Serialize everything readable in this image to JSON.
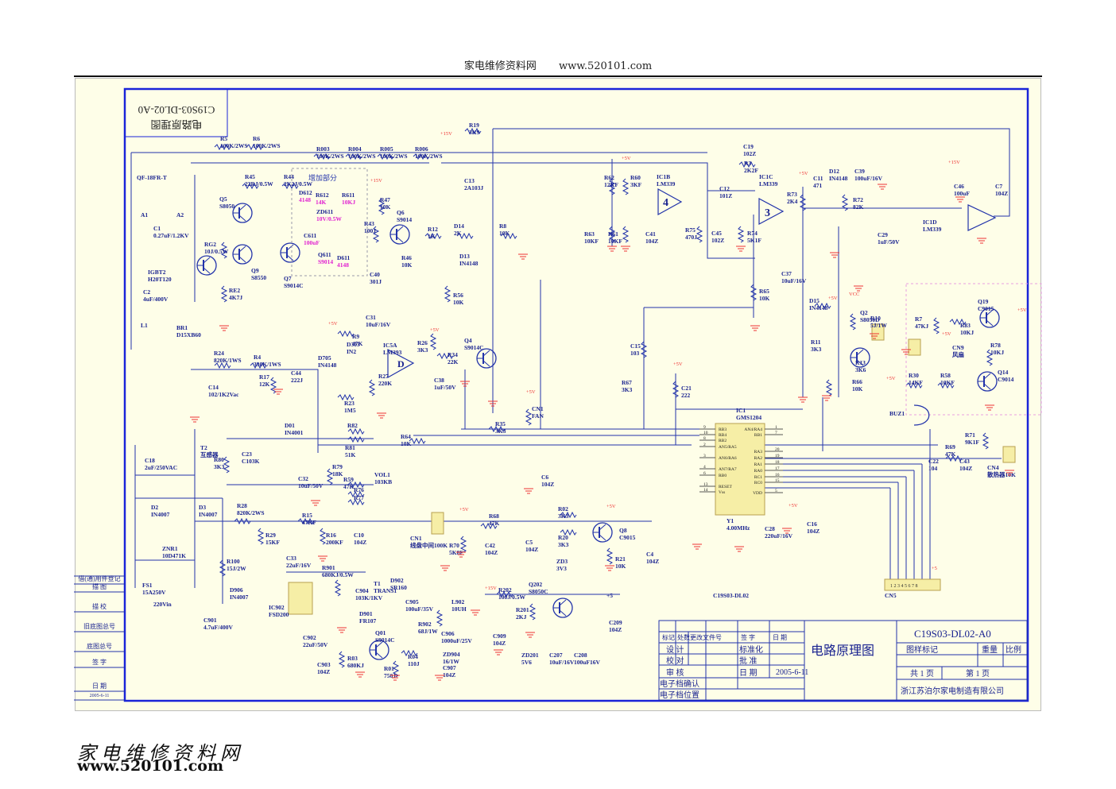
{
  "header": {
    "site_name": "家电维修资料网",
    "site_url": "www.520101.com"
  },
  "footer": {
    "site_name": "家电维修资料网",
    "site_url": "www.520101.com"
  },
  "drawing": {
    "mirrored_title_line1": "电路原理图",
    "mirrored_title_line2": "C19S03-DL02-A0",
    "board_label": "C19S03-DL02",
    "added_section_label": "增加部分",
    "mains_label": "220Vin"
  },
  "side_table": {
    "rows": [
      "借(通)用件登记",
      "描 图",
      "描 校",
      "旧底图总号",
      "底图总号",
      "签 字",
      "日 期",
      "2005-6-11"
    ]
  },
  "title_block": {
    "col_headers": [
      "标记",
      "处数",
      "更改文件号",
      "签 字",
      "日 期"
    ],
    "roles": [
      "设 计",
      "校 对",
      "审 核"
    ],
    "approvals": [
      "标准化",
      "批 准",
      "日 期"
    ],
    "date": "2005-6-11",
    "e_doc": [
      "电子档确认",
      "电子档位置"
    ],
    "title": "电路原理图",
    "drawing_number": "C19S03-DL02-A0",
    "mark_label": "图样标记",
    "weight_label": "重量",
    "scale_label": "比例",
    "total_pages": "共 1 页",
    "page_no": "第 1 页",
    "company": "浙江苏泊尔家电制造有限公司"
  },
  "components": {
    "top_resistors": [
      {
        "ref": "R5",
        "value": "100K/2WS"
      },
      {
        "ref": "R6",
        "value": "100K/2WS"
      },
      {
        "ref": "R003",
        "value": "100K/2WS"
      },
      {
        "ref": "R004",
        "value": "100K/2WS"
      },
      {
        "ref": "R005",
        "value": "100K/2WS"
      },
      {
        "ref": "R006",
        "value": "100K/2WS"
      },
      {
        "ref": "R19",
        "value": "3K9"
      }
    ],
    "power_stage": [
      {
        "ref": "QF-18FR-T",
        "value": ""
      },
      {
        "ref": "A1",
        "value": ""
      },
      {
        "ref": "A2",
        "value": ""
      },
      {
        "ref": "C1",
        "value": "0.27uF/1.2KV"
      },
      {
        "ref": "RG2",
        "value": "10J/0.5W"
      },
      {
        "ref": "IGBT2",
        "value": "H20T120"
      },
      {
        "ref": "C2",
        "value": "4uF/400V"
      },
      {
        "ref": "L1",
        "value": ""
      },
      {
        "ref": "BR1",
        "value": "D15XB60"
      },
      {
        "ref": "RE2",
        "value": "4K7J"
      }
    ],
    "driver": [
      {
        "ref": "R45",
        "value": "22RJ/0.5W"
      },
      {
        "ref": "R44",
        "value": "2K2J/0.5W"
      },
      {
        "ref": "Q5",
        "value": "S8050"
      },
      {
        "ref": "Q9",
        "value": "S8550"
      },
      {
        "ref": "Q7",
        "value": "S9014C"
      },
      {
        "ref": "R47",
        "value": "10K"
      },
      {
        "ref": "R43",
        "value": "100J"
      },
      {
        "ref": "C40",
        "value": "301J"
      },
      {
        "ref": "Q6",
        "value": "S9014"
      },
      {
        "ref": "R46",
        "value": "10K"
      },
      {
        "ref": "R12",
        "value": "1K"
      },
      {
        "ref": "D14",
        "value": "2K"
      },
      {
        "ref": "R8",
        "value": "10K"
      },
      {
        "ref": "D13",
        "value": "IN4148"
      },
      {
        "ref": "R56",
        "value": "10K"
      },
      {
        "ref": "C13",
        "value": "2A103J"
      }
    ],
    "added_parts": [
      {
        "ref": "D612",
        "value": "4148"
      },
      {
        "ref": "R612",
        "value": "14K"
      },
      {
        "ref": "R611",
        "value": "10KJ"
      },
      {
        "ref": "ZD611",
        "value": "10V/0.5W"
      },
      {
        "ref": "C611",
        "value": "100uF"
      },
      {
        "ref": "Q611",
        "value": "S9014"
      },
      {
        "ref": "D611",
        "value": "4148"
      }
    ],
    "comparators": [
      {
        "ref": "IC1B",
        "value": "LM339"
      },
      {
        "ref": "IC1C",
        "value": "LM339"
      },
      {
        "ref": "IC1D",
        "value": "LM339"
      },
      {
        "ref": "IC5A",
        "value": "LM393"
      },
      {
        "ref": "R62",
        "value": "12KF"
      },
      {
        "ref": "R60",
        "value": "3KF"
      },
      {
        "ref": "R63",
        "value": "10KF"
      },
      {
        "ref": "R61",
        "value": "10KF"
      },
      {
        "ref": "C41",
        "value": "104Z"
      },
      {
        "ref": "R75",
        "value": "470J"
      },
      {
        "ref": "C19",
        "value": "102Z"
      },
      {
        "ref": "R3",
        "value": "2K2F"
      },
      {
        "ref": "C12",
        "value": "101Z"
      },
      {
        "ref": "C45",
        "value": "102Z"
      },
      {
        "ref": "R74",
        "value": "5K1F"
      },
      {
        "ref": "R73",
        "value": "2K4"
      },
      {
        "ref": "C11",
        "value": "471"
      },
      {
        "ref": "D12",
        "value": "IN4148"
      },
      {
        "ref": "C39",
        "value": "100uF/16V"
      },
      {
        "ref": "R72",
        "value": "82K"
      },
      {
        "ref": "C29",
        "value": "1uF/50V"
      },
      {
        "ref": "C46",
        "value": "100uF"
      },
      {
        "ref": "C7",
        "value": "104Z"
      }
    ],
    "detect": [
      {
        "ref": "C31",
        "value": "10uF/16V"
      },
      {
        "ref": "R9",
        "value": "47K"
      },
      {
        "ref": "D303",
        "value": "IN2"
      },
      {
        "ref": "R26",
        "value": "3K3"
      },
      {
        "ref": "Q4",
        "value": "S9014C"
      },
      {
        "ref": "R34",
        "value": "22K"
      },
      {
        "ref": "C38",
        "value": "1uF/50V"
      },
      {
        "ref": "R27",
        "value": "220K"
      },
      {
        "ref": "R23",
        "value": "1M5"
      },
      {
        "ref": "D705",
        "value": "IN4148"
      },
      {
        "ref": "R24",
        "value": "820K/1WS"
      },
      {
        "ref": "R4",
        "value": "330K/1WS"
      },
      {
        "ref": "C14",
        "value": "102/1K2Vac"
      },
      {
        "ref": "R17",
        "value": "12K"
      },
      {
        "ref": "C44",
        "value": "222J"
      },
      {
        "ref": "R65",
        "value": "10K"
      },
      {
        "ref": "C37",
        "value": "10uF/16V"
      },
      {
        "ref": "D15",
        "value": "IN4148"
      },
      {
        "ref": "R11",
        "value": "3K3"
      },
      {
        "ref": "C15",
        "value": "103"
      },
      {
        "ref": "R67",
        "value": "3K3"
      },
      {
        "ref": "C21",
        "value": "222"
      },
      {
        "ref": "R66",
        "value": "10K"
      },
      {
        "ref": "R13",
        "value": "3K6"
      },
      {
        "ref": "Q2",
        "value": "S8050D"
      },
      {
        "ref": "R10",
        "value": "5J/1W"
      },
      {
        "ref": "CN1",
        "value": "FAN"
      },
      {
        "ref": "R35",
        "value": "3K3"
      },
      {
        "ref": "R36",
        "value": "18K"
      }
    ],
    "current_sense": [
      {
        "ref": "T2",
        "value": "互感器"
      },
      {
        "ref": "C18",
        "value": "2uF/250VAC"
      },
      {
        "ref": "R80",
        "value": "3K3"
      },
      {
        "ref": "C23",
        "value": "C103K"
      },
      {
        "ref": "D01",
        "value": "IN4001"
      },
      {
        "ref": "C32",
        "value": "10uF/50V"
      },
      {
        "ref": "R79",
        "value": "18K"
      },
      {
        "ref": "R82",
        "value": ""
      },
      {
        "ref": "R81",
        "value": "51K"
      },
      {
        "ref": "R59",
        "value": "47K"
      },
      {
        "ref": "R76",
        "value": ""
      },
      {
        "ref": "R77",
        "value": ""
      },
      {
        "ref": "VOL1",
        "value": "103KB"
      },
      {
        "ref": "R64",
        "value": "10K"
      },
      {
        "ref": "C6",
        "value": "104Z"
      },
      {
        "ref": "D2",
        "value": "IN4007"
      },
      {
        "ref": "D3",
        "value": "IN4007"
      },
      {
        "ref": "R28",
        "value": "820K/2WS"
      },
      {
        "ref": "R29",
        "value": "15KF"
      },
      {
        "ref": "C33",
        "value": "22uF/16V"
      },
      {
        "ref": "R15",
        "value": "47KF"
      },
      {
        "ref": "R16",
        "value": "200KF"
      },
      {
        "ref": "C10",
        "value": "104Z"
      },
      {
        "ref": "ZNR1",
        "value": "10D471K"
      },
      {
        "ref": "FS1",
        "value": "15A250V"
      },
      {
        "ref": "R100",
        "value": "15J/2W"
      }
    ],
    "smps": [
      {
        "ref": "IC902",
        "value": "FSD200"
      },
      {
        "ref": "R901",
        "value": "680KJ/0.5W"
      },
      {
        "ref": "C904",
        "value": "103K/1KV"
      },
      {
        "ref": "D901",
        "value": "FR107"
      },
      {
        "ref": "T1",
        "value": "TRANS1"
      },
      {
        "ref": "D902",
        "value": "SR160"
      },
      {
        "ref": "C905",
        "value": "100uF/35V"
      },
      {
        "ref": "L902",
        "value": "10UH"
      },
      {
        "ref": "R902",
        "value": "68J/1W"
      },
      {
        "ref": "C906",
        "value": "1000uF/25V"
      },
      {
        "ref": "ZD904",
        "value": "16/1W"
      },
      {
        "ref": "C907",
        "value": "104Z"
      },
      {
        "ref": "C909",
        "value": "104Z"
      },
      {
        "ref": "C901",
        "value": "4.7uF/400V"
      },
      {
        "ref": "D906",
        "value": "IN4007"
      },
      {
        "ref": "C902",
        "value": "22uF/50V"
      },
      {
        "ref": "C903",
        "value": "104Z"
      },
      {
        "ref": "R03",
        "value": "680KJ"
      },
      {
        "ref": "Q01",
        "value": "S9014C"
      },
      {
        "ref": "R04",
        "value": "110J"
      },
      {
        "ref": "R01",
        "value": "750J"
      },
      {
        "ref": "R202",
        "value": "100J/0.5W"
      },
      {
        "ref": "R201",
        "value": "2KJ"
      },
      {
        "ref": "Q202",
        "value": "S8050C"
      },
      {
        "ref": "ZD201",
        "value": "5V6"
      },
      {
        "ref": "C207",
        "value": "10uF/16V"
      },
      {
        "ref": "C208",
        "value": "100uF16V"
      },
      {
        "ref": "C209",
        "value": "104Z"
      }
    ],
    "mcu": [
      {
        "ref": "IC1",
        "value": "GMS1204"
      },
      {
        "ref": "Y1",
        "value": "4.00MHz"
      },
      {
        "ref": "C28",
        "value": "220uF/16V"
      },
      {
        "ref": "C16",
        "value": "104Z"
      },
      {
        "ref": "CN1",
        "value": "线盘中间100K"
      },
      {
        "ref": "R68",
        "value": "47K"
      },
      {
        "ref": "R70",
        "value": "5K8F"
      },
      {
        "ref": "C42",
        "value": "104Z"
      },
      {
        "ref": "C5",
        "value": "104Z"
      },
      {
        "ref": "R02",
        "value": "3K3"
      },
      {
        "ref": "R20",
        "value": "3K3"
      },
      {
        "ref": "ZD3",
        "value": "3V3"
      },
      {
        "ref": "Q8",
        "value": "C9015"
      },
      {
        "ref": "R21",
        "value": "10K"
      },
      {
        "ref": "C4",
        "value": "104Z"
      },
      {
        "ref": "BUZ1",
        "value": ""
      },
      {
        "ref": "R71",
        "value": "9K1F"
      },
      {
        "ref": "R69",
        "value": "47K"
      },
      {
        "ref": "C22",
        "value": "104"
      },
      {
        "ref": "C43",
        "value": "104Z"
      },
      {
        "ref": "CN4",
        "value": "散热器10K"
      },
      {
        "ref": "CN5",
        "value": ""
      }
    ],
    "fan_ctrl": [
      {
        "ref": "Q19",
        "value": "C9015"
      },
      {
        "ref": "R7",
        "value": "47KJ"
      },
      {
        "ref": "R83",
        "value": "10KJ"
      },
      {
        "ref": "R78",
        "value": "10KJ"
      },
      {
        "ref": "CN9",
        "value": "风扇"
      },
      {
        "ref": "R30",
        "value": "14KF"
      },
      {
        "ref": "R58",
        "value": "10KF"
      },
      {
        "ref": "Q14",
        "value": "C9014"
      }
    ]
  },
  "mcu_pins_left": [
    {
      "num": "9",
      "name": "RB3"
    },
    {
      "num": "10",
      "name": "RB4"
    },
    {
      "num": "8",
      "name": "RB2"
    },
    {
      "num": "2",
      "name": "AN5/RA5"
    },
    {
      "num": "3",
      "name": "AN6/RA6"
    },
    {
      "num": "4",
      "name": "AN7/RA7"
    },
    {
      "num": "6",
      "name": "RB0"
    },
    {
      "num": "13",
      "name": "RESET"
    },
    {
      "num": "14",
      "name": "Vss"
    }
  ],
  "mcu_pins_right": [
    {
      "num": "1",
      "name": "AN4/RA4"
    },
    {
      "num": "7",
      "name": "RB1"
    },
    {
      "num": "20",
      "name": "RA3"
    },
    {
      "num": "19",
      "name": "RA2"
    },
    {
      "num": "18",
      "name": "RA1"
    },
    {
      "num": "17",
      "name": "RA0"
    },
    {
      "num": "16",
      "name": "RC1"
    },
    {
      "num": "15",
      "name": "RC0"
    },
    {
      "num": "5",
      "name": "VDD"
    }
  ],
  "rails": {
    "p15": "+15V",
    "p5": "+5V",
    "vcc": "VCC",
    "p5b": "+5"
  },
  "cn5_pins": "1 2 3 4 5 6 7 8"
}
